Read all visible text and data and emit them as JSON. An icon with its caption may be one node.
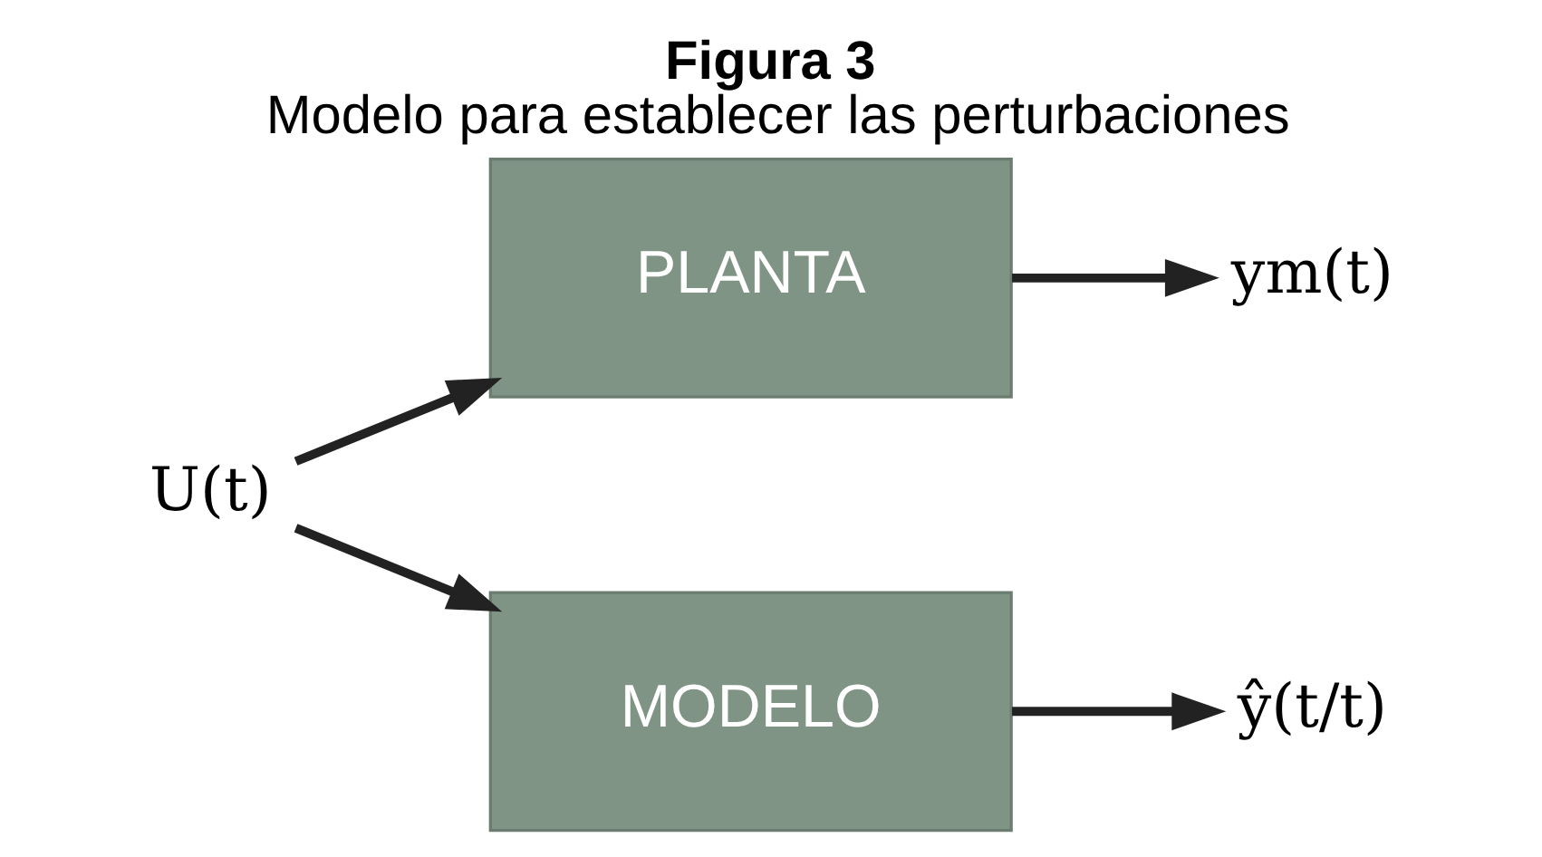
{
  "diagram": {
    "title": "Figura 3",
    "caption": "Modelo para establecer las perturbaciones",
    "nodes": [
      {
        "text": [
          "U(t)"
        ]
      },
      {
        "text": [
          "PLANTA"
        ]
      },
      {
        "text": [
          "ym(t)"
        ]
      },
      {
        "text": [
          "MODELO"
        ]
      },
      {
        "text": [
          "ŷ(t/t)"
        ]
      }
    ],
    "edges": [
      {
        "from": 0,
        "to": 1,
        "arrow": "to"
      },
      {
        "from": 1,
        "to": 2,
        "arrow": "to"
      },
      {
        "from": 0,
        "to": 3,
        "arrow": "to"
      },
      {
        "from": 3,
        "to": 4,
        "arrow": "to"
      }
    ]
  }
}
